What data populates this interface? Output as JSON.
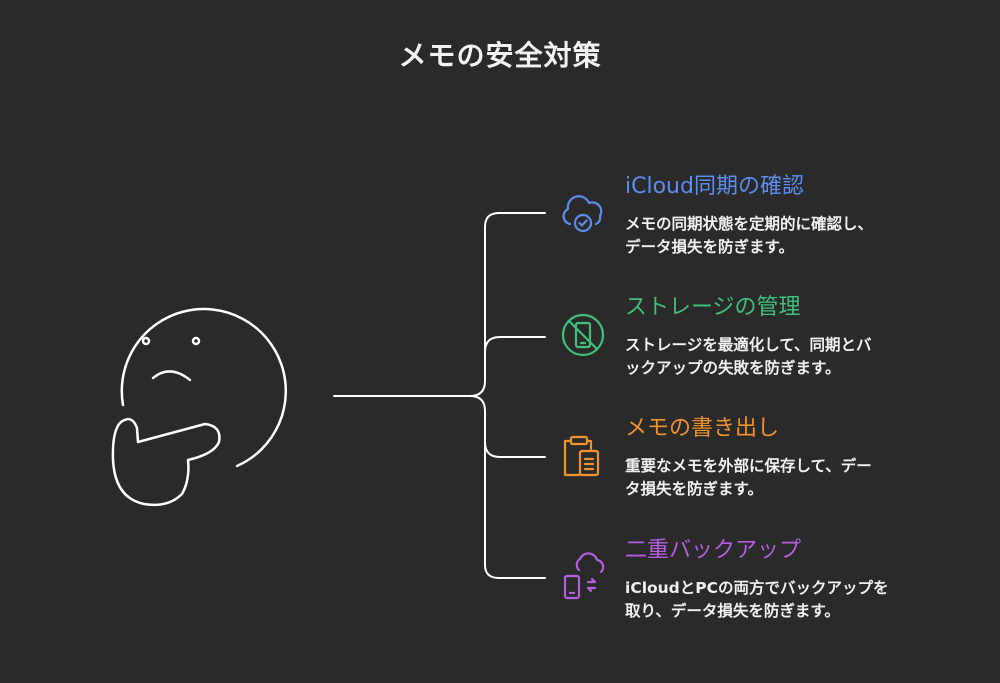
{
  "title": "メモの安全対策",
  "items": [
    {
      "title": "iCloud同期の確認",
      "desc_line1": "メモの同期状態を定期的に確認し、",
      "desc_line2": "データ損失を防ぎます。",
      "color": "#5b8def",
      "icon": "cloud-check-icon"
    },
    {
      "title": "ストレージの管理",
      "desc_line1": "ストレージを最適化して、同期とバ",
      "desc_line2": "ックアップの失敗を防ぎます。",
      "color": "#3fc07a",
      "icon": "no-phone-icon"
    },
    {
      "title": "メモの書き出し",
      "desc_line1": "重要なメモを外部に保存して、デー",
      "desc_line2": "タ損失を防ぎます。",
      "color": "#f0922b",
      "icon": "clipboard-copy-icon"
    },
    {
      "title": "二重バックアップ",
      "desc_line1": "iCloudとPCの両方でバックアップを",
      "desc_line2": "取り、データ損失を防ぎます。",
      "color": "#b35fe0",
      "icon": "cloud-phone-sync-icon"
    }
  ]
}
